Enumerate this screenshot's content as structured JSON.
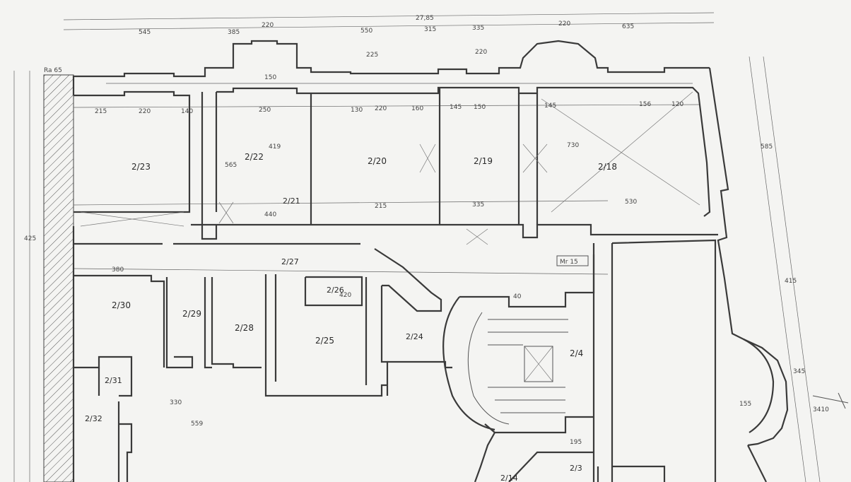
{
  "plan": {
    "rooms": [
      {
        "id": "r2123",
        "label": "2/23"
      },
      {
        "id": "r2122",
        "label": "2/22"
      },
      {
        "id": "r2120",
        "label": "2/20"
      },
      {
        "id": "r2119",
        "label": "2/19"
      },
      {
        "id": "r2118",
        "label": "2/18"
      },
      {
        "id": "r2121",
        "label": "2/21"
      },
      {
        "id": "r2130",
        "label": "2/30"
      },
      {
        "id": "r2129",
        "label": "2/29"
      },
      {
        "id": "r2128",
        "label": "2/28"
      },
      {
        "id": "r2126",
        "label": "2/26"
      },
      {
        "id": "r2125",
        "label": "2/25"
      },
      {
        "id": "r2124",
        "label": "2/24"
      },
      {
        "id": "r2127",
        "label": "2/27"
      },
      {
        "id": "r214",
        "label": "2/4"
      },
      {
        "id": "r2131",
        "label": "2/31"
      },
      {
        "id": "r2132",
        "label": "2/32"
      },
      {
        "id": "r213",
        "label": "2/3"
      },
      {
        "id": "r2114",
        "label": "2/14"
      }
    ],
    "dimensions_top": [
      "27,85",
      "545",
      "385",
      "220",
      "550",
      "315",
      "335",
      "220",
      "635",
      "225",
      "150",
      "220"
    ],
    "dimensions_row": [
      "215",
      "220",
      "140",
      "250",
      "130",
      "220",
      "160",
      "145",
      "150",
      "145",
      "156",
      "120"
    ],
    "dimensions_misc": [
      "565",
      "419",
      "440",
      "425",
      "380",
      "585",
      "415",
      "345",
      "3410",
      "730",
      "530",
      "335",
      "215",
      "420",
      "559",
      "330",
      "155",
      "195"
    ],
    "annotations": [
      "Mr 15",
      "40",
      "Ra 65"
    ]
  }
}
